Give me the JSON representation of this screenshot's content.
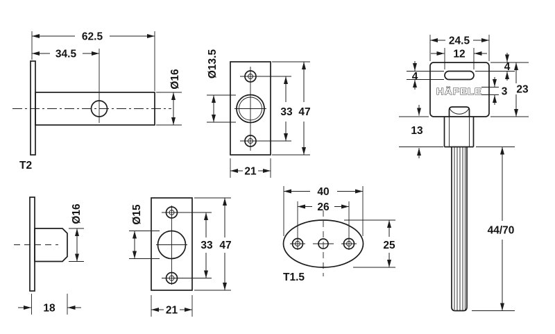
{
  "views": {
    "bolt_side": {
      "label": "T2",
      "dims": {
        "length": "62.5",
        "hole_offset": "34.5",
        "diameter": "Ø16"
      }
    },
    "bolt_end": {
      "dims": {
        "projection": "18",
        "diameter": "Ø16"
      }
    },
    "plate_small_bore": {
      "dims": {
        "bore": "Ø13.5",
        "hole_spacing": "33",
        "height": "47",
        "width": "21"
      }
    },
    "plate_large_bore": {
      "dims": {
        "bore": "Ø15",
        "hole_spacing": "33",
        "height": "47",
        "width": "21"
      }
    },
    "oval_plate": {
      "label": "T1.5",
      "dims": {
        "width": "40",
        "hole_spacing": "26",
        "height": "25"
      }
    },
    "spindle": {
      "logo": "HÄFELE",
      "dims": {
        "head_width": "24.5",
        "slot_width": "12",
        "slot_top_offset": "4",
        "slot_height": "4",
        "head_height": "23",
        "logo_height": "3",
        "neck_length": "13",
        "spindle_length": "44/70"
      }
    }
  }
}
